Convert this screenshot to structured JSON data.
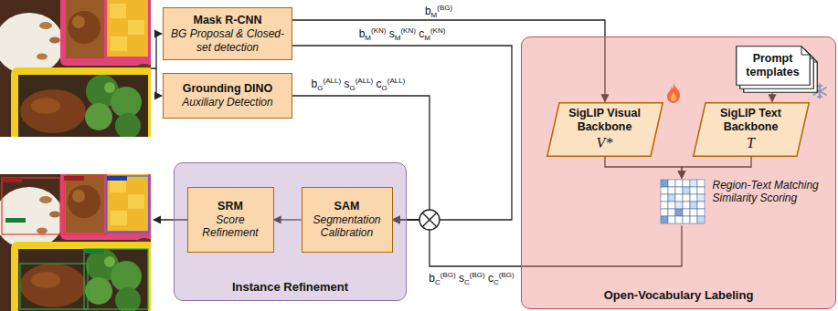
{
  "diagram": {
    "nodes": [
      {
        "text": [
          "Mask R-CNN",
          "BG Proposal & Closed-set detection"
        ]
      },
      {
        "text": [
          "Grounding DINO",
          "Auxiliary Detection"
        ]
      },
      {
        "text": [
          "Open-Vocabulary Labeling"
        ]
      },
      {
        "text": [
          "Prompt templates"
        ],
        "in": 2
      },
      {
        "text": [
          "SigLIP Visual Backbone",
          "V*"
        ],
        "in": 2
      },
      {
        "text": [
          "SigLIP Text Backbone",
          "T"
        ],
        "in": 2
      },
      {
        "text": [
          "Region-Text Matching Similarity Scoring"
        ],
        "in": 2
      },
      {
        "text": [
          "Instance Refinement"
        ]
      },
      {
        "text": [
          "SRM",
          "Score Refinement"
        ],
        "in": 7
      },
      {
        "text": [
          "SAM",
          "Segmentation Calibration"
        ],
        "in": 7
      }
    ],
    "edges": [
      {
        "from": 0,
        "to": 4,
        "arrow": "to",
        "label": "bM(BG)"
      },
      {
        "from": 0,
        "to": 9,
        "arrow": "to",
        "label": "bM(KN) sM(KN) cM(KN)"
      },
      {
        "from": 1,
        "to": 9,
        "arrow": "to",
        "label": "bG(ALL) sG(ALL) cG(ALL)"
      },
      {
        "from": 3,
        "to": 5,
        "arrow": "to"
      },
      {
        "from": 4,
        "to": 6,
        "arrow": "to"
      },
      {
        "from": 5,
        "to": 6,
        "arrow": "to"
      },
      {
        "from": 6,
        "to": 9,
        "arrow": "to",
        "label": "bC(BG) sC(BG) cC(BG)"
      },
      {
        "from": 9,
        "to": 8,
        "arrow": "to"
      }
    ]
  }
}
